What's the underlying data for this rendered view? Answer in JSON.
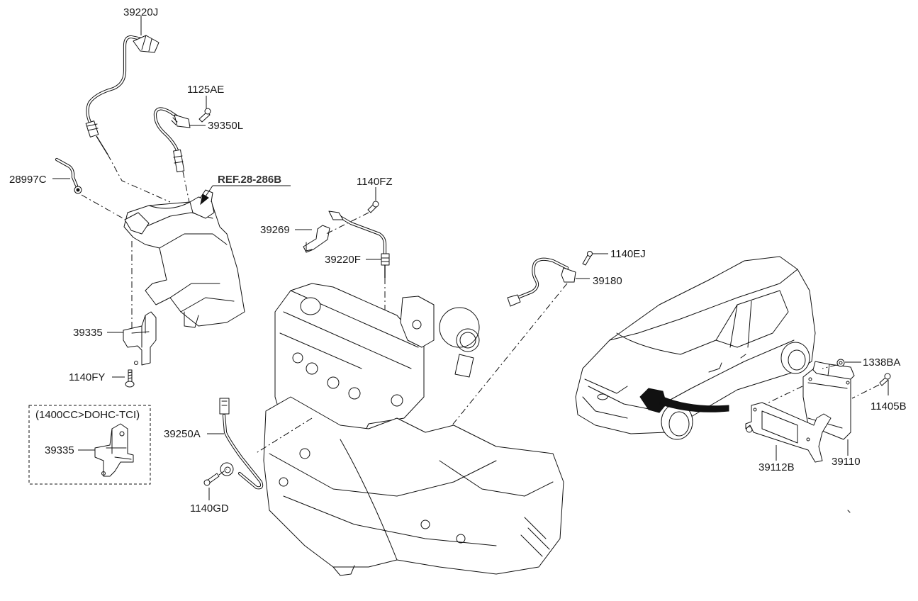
{
  "diagram": {
    "reference": "REF.28-286B",
    "variant_box_title": "(1400CC>DOHC-TCI)",
    "labels": {
      "p39220J": "39220J",
      "p1125AE": "1125AE",
      "p39350L": "39350L",
      "p28997C": "28997C",
      "p1140FZ": "1140FZ",
      "p39269": "39269",
      "p39220F": "39220F",
      "p1140EJ": "1140EJ",
      "p39180": "39180",
      "p39335": "39335",
      "p1140FY": "1140FY",
      "p39335_variant": "39335",
      "p39250A": "39250A",
      "p1140GD": "1140GD",
      "p1338BA": "1338BA",
      "p11405B": "11405B",
      "p39110": "39110",
      "p39112B": "39112B"
    }
  }
}
